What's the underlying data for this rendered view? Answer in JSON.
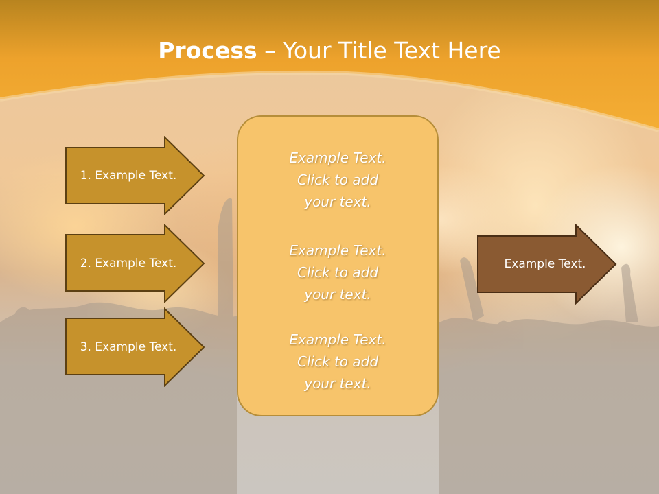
{
  "title": {
    "bold": "Process",
    "rest": " – Your Title Text Here"
  },
  "left_arrows": [
    {
      "label": "1. Example Text."
    },
    {
      "label": "2. Example Text."
    },
    {
      "label": "3. Example Text."
    }
  ],
  "center_box": {
    "blocks": [
      {
        "lines": [
          "Example Text.",
          "Click  to add",
          "your text."
        ]
      },
      {
        "lines": [
          "Example Text.",
          "Click  to add",
          "your text."
        ]
      },
      {
        "lines": [
          "Example Text.",
          "Click  to add",
          "your text."
        ]
      }
    ]
  },
  "right_arrow": {
    "label": "Example Text."
  },
  "colors": {
    "header_orange": "#f1a52c",
    "left_arrow_fill": "#c6922c",
    "right_arrow_fill": "#8a5a32",
    "center_box_fill": "#f7c46b"
  }
}
